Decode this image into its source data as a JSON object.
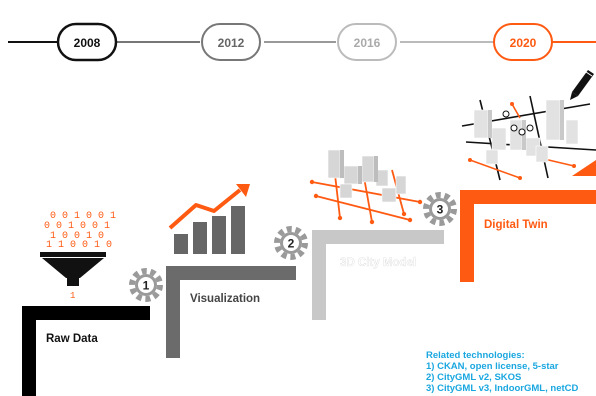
{
  "timeline": {
    "years": [
      "2008",
      "2012",
      "2016",
      "2020"
    ],
    "colors": [
      "#111111",
      "#777777",
      "#bbbbbb",
      "#ff5a12"
    ]
  },
  "stages": [
    {
      "label": "Raw Data",
      "number": "",
      "color": "#000000",
      "text_color": "#111111"
    },
    {
      "label": "Visualization",
      "number": "1",
      "color": "#6b6b6b",
      "text_color": "#444444"
    },
    {
      "label": "3D City Model",
      "number": "2",
      "color": "#c8c8c8",
      "text_color": "#ffffff"
    },
    {
      "label": "Digital Twin",
      "number": "3",
      "color": "#ff5a12",
      "text_color": "#ff5a12"
    }
  ],
  "raw_data_digits": [
    "0 0 1 0 0 1",
    "0 0 1 0 0 1",
    "1 0 0 1 0",
    "1 1 0 0 1 0"
  ],
  "technologies": {
    "title": "Related technologies:",
    "items": [
      "1) CKAN, open license, 5-star",
      "2) CityGML v2, SKOS",
      "3) CityGML v3, IndoorGML, netCD"
    ],
    "color": "#1aa7e0"
  },
  "icons": [
    "funnel-icon",
    "gear-icon",
    "bar-chart-icon",
    "city-model-icon",
    "digital-twin-icon",
    "pen-icon"
  ],
  "accent": "#ff5a12"
}
